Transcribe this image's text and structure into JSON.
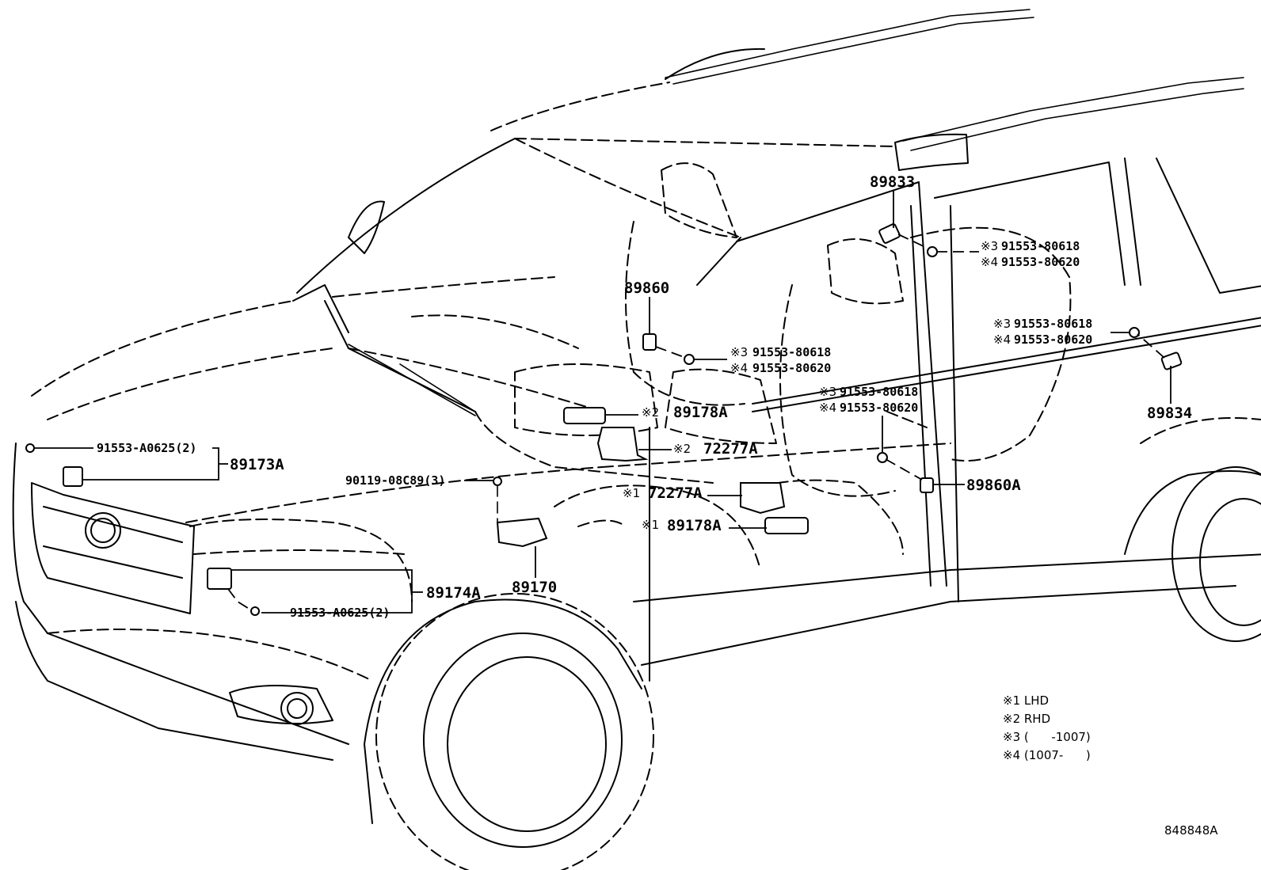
{
  "labels": {
    "p89833": "89833",
    "p89860": "89860",
    "p89834": "89834",
    "p89860A": "89860A",
    "p89173A": "89173A",
    "p89174A": "89174A",
    "p89170": "89170",
    "p89178A_rhd": "89178A",
    "p89178A_lhd": "89178A",
    "p72277A_rhd": "72277A",
    "p72277A_lhd": "72277A",
    "mark1": "※1",
    "mark2": "※2",
    "mark3": "※3",
    "mark4": "※4",
    "bolt_91553_80618": "91553-80618",
    "bolt_91553_80620": "91553-80620",
    "screw_a0625": "91553-A0625(2)",
    "screw_90119": "90119-08C89(3)",
    "ref_code": "848848A"
  },
  "notes": {
    "n1": "※1 LHD",
    "n2": "※2 RHD",
    "n3": "※3 (      -1007)",
    "n4": "※4 (1007-      )"
  }
}
